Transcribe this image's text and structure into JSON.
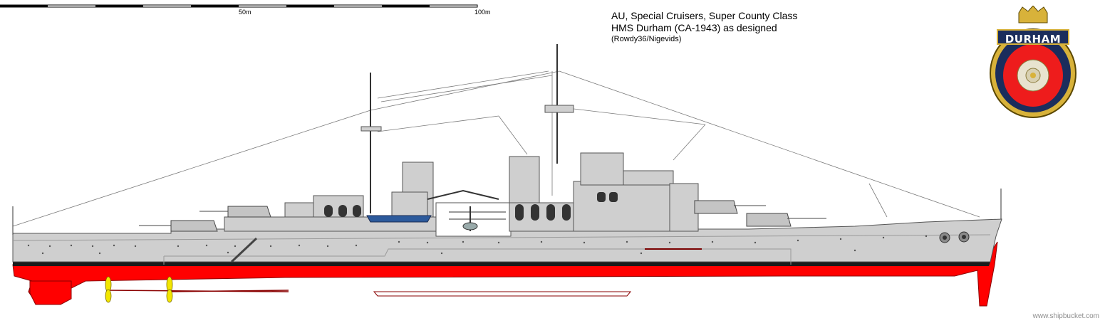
{
  "scale": {
    "mark_mid": "50m",
    "mark_end": "100m"
  },
  "title": {
    "line1": "AU, Special Cruisers, Super County Class",
    "line2": "HMS Durham (CA-1943) as designed",
    "line3": "(Rowdy36/Nigevids)"
  },
  "badge": {
    "name": "DURHAM"
  },
  "watermark": "www.shipbucket.com",
  "colors": {
    "hull_grey": "#cfcfcf",
    "hull_red": "#ff0000",
    "boot_top": "#1a1a1a",
    "badge_gold": "#d8b23a",
    "badge_red": "#ee1c1c",
    "badge_navy": "#1b2d5c"
  }
}
